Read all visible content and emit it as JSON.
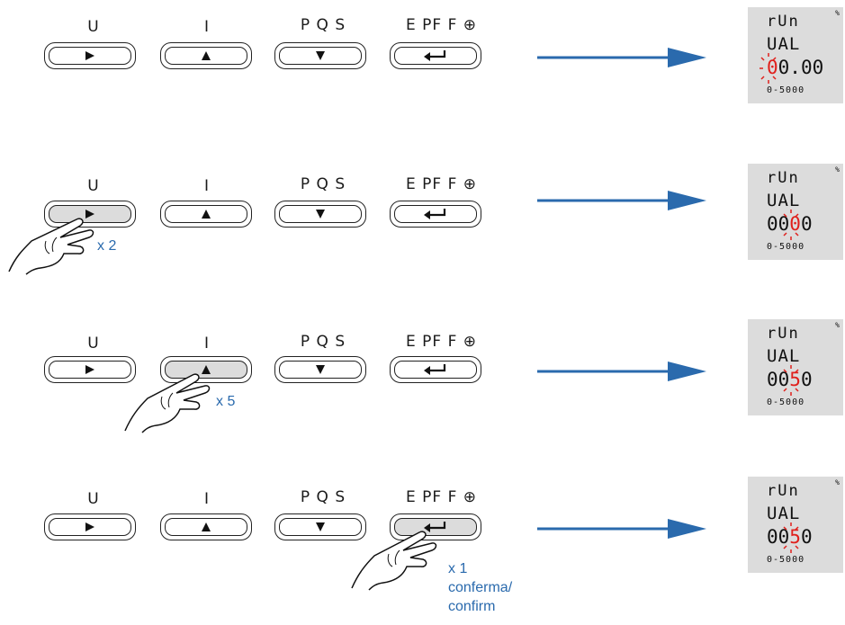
{
  "buttons": {
    "u_label": "U",
    "i_label": "I",
    "pqs_label": "P Q S",
    "epff_label": "E PF F ⊕"
  },
  "icons": {
    "right": "play-right-icon",
    "up": "triangle-up-icon",
    "down": "triangle-down-icon",
    "enter": "enter-return-icon",
    "clock": "clock-icon",
    "hand": "pointing-hand-icon",
    "arrow": "flow-arrow-icon"
  },
  "colors": {
    "accent_blue": "#2a6aad",
    "blink_red": "#e0201c",
    "lcd_bg": "#dcdcdc",
    "pressed_bg": "#dcdcdc"
  },
  "steps": [
    {
      "press_note": "",
      "lcd": {
        "line1": "rUn",
        "line2": "UAL",
        "digits_pre": "",
        "digits_blink": "0",
        "digits_post": "0.00",
        "range": "0-5000",
        "pct": "%"
      }
    },
    {
      "press_note": "x 2",
      "lcd": {
        "line1": "rUn",
        "line2": "UAL",
        "digits_pre": "00",
        "digits_blink": "0",
        "digits_post": "0",
        "range": "0-5000",
        "pct": "%"
      }
    },
    {
      "press_note": "x 5",
      "lcd": {
        "line1": "rUn",
        "line2": "UAL",
        "digits_pre": "00",
        "digits_blink": "5",
        "digits_post": "0",
        "range": "0-5000",
        "pct": "%"
      }
    },
    {
      "press_note_1": "x 1",
      "press_note_2": "conferma/",
      "press_note_3": "confirm",
      "lcd": {
        "line1": "rUn",
        "line2": "UAL",
        "digits_pre": "00",
        "digits_blink": "5",
        "digits_post": "0",
        "range": "0-5000",
        "pct": "%"
      }
    }
  ]
}
